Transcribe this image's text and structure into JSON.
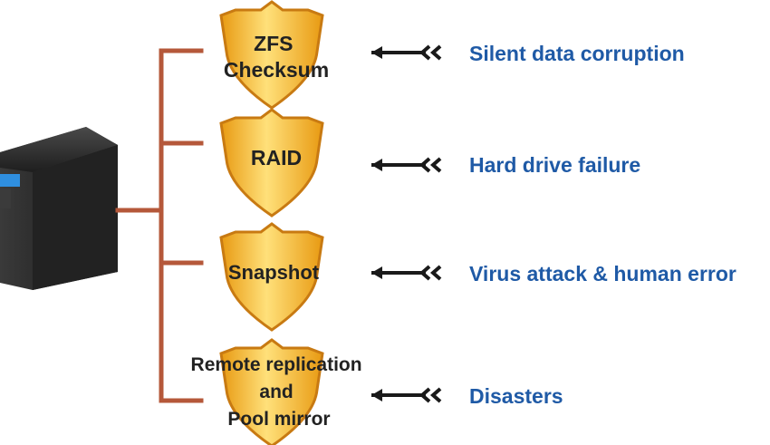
{
  "colors": {
    "bracket": "#b5583a",
    "shield_fill": "#f5b321",
    "shield_light": "#ffe27a",
    "shield_edge": "#c87a12",
    "threat_text": "#1f5aa6",
    "arrow": "#1a1a1a",
    "nas_body": "#2a2a2a",
    "nas_display": "#2f8fe0"
  },
  "device": {
    "icon": "nas-server-icon"
  },
  "layers": [
    {
      "shield_lines": [
        "ZFS",
        "Checksum"
      ],
      "threat": "Silent data corruption",
      "icon": "shield-icon"
    },
    {
      "shield_lines": [
        "RAID"
      ],
      "threat": "Hard drive failure",
      "icon": "shield-icon"
    },
    {
      "shield_lines": [
        "Snapshot"
      ],
      "threat": "Virus attack & human error",
      "icon": "shield-icon"
    },
    {
      "shield_lines": [
        "Remote replication",
        "and",
        "Pool mirror"
      ],
      "threat": "Disasters",
      "icon": "shield-icon"
    }
  ]
}
